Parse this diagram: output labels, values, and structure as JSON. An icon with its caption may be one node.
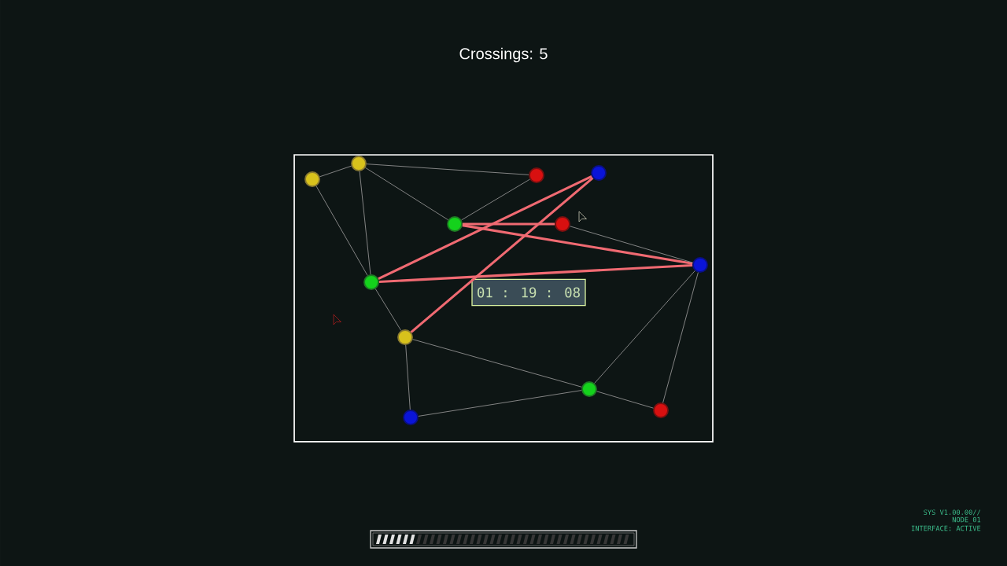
{
  "diagram": {
    "title": "Crossings: 5",
    "nodes": [
      {
        "text": [],
        "shape": "circle"
      },
      {
        "text": [],
        "shape": "circle"
      },
      {
        "text": [],
        "shape": "circle"
      },
      {
        "text": [],
        "shape": "circle"
      },
      {
        "text": [],
        "shape": "circle"
      },
      {
        "text": [],
        "shape": "circle"
      },
      {
        "text": [],
        "shape": "circle"
      },
      {
        "text": [],
        "shape": "circle"
      },
      {
        "text": [],
        "shape": "circle"
      },
      {
        "text": [],
        "shape": "circle"
      },
      {
        "text": [],
        "shape": "circle"
      },
      {
        "text": [],
        "shape": "circle"
      },
      {
        "text": [
          "01 : 19 : 08"
        ]
      }
    ],
    "edges": [
      {
        "from": 0,
        "to": 1,
        "arrow": "none"
      },
      {
        "from": 0,
        "to": 7,
        "arrow": "none"
      },
      {
        "from": 1,
        "to": 7,
        "arrow": "none"
      },
      {
        "from": 1,
        "to": 2,
        "arrow": "none"
      },
      {
        "from": 1,
        "to": 4,
        "arrow": "none"
      },
      {
        "from": 4,
        "to": 2,
        "arrow": "none"
      },
      {
        "from": 4,
        "to": 5,
        "arrow": "none",
        "style": "thick",
        "color": "#f06a72"
      },
      {
        "from": 4,
        "to": 6,
        "arrow": "none",
        "style": "thick",
        "color": "#f06a72"
      },
      {
        "from": 5,
        "to": 6,
        "arrow": "none"
      },
      {
        "from": 7,
        "to": 3,
        "arrow": "none",
        "style": "thick",
        "color": "#f06a72"
      },
      {
        "from": 7,
        "to": 6,
        "arrow": "none",
        "style": "thick",
        "color": "#f06a72"
      },
      {
        "from": 8,
        "to": 3,
        "arrow": "none",
        "style": "thick",
        "color": "#f06a72"
      },
      {
        "from": 7,
        "to": 8,
        "arrow": "none"
      },
      {
        "from": 8,
        "to": 9,
        "arrow": "none"
      },
      {
        "from": 8,
        "to": 11,
        "arrow": "none"
      },
      {
        "from": 11,
        "to": 9,
        "arrow": "none"
      },
      {
        "from": 9,
        "to": 6,
        "arrow": "none"
      },
      {
        "from": 9,
        "to": 10,
        "arrow": "none"
      },
      {
        "from": 10,
        "to": 6,
        "arrow": "none"
      }
    ],
    "labels": [
      "SYS V1.00.00//",
      "NODE_01",
      "INTERFACE: ACTIVE"
    ]
  }
}
